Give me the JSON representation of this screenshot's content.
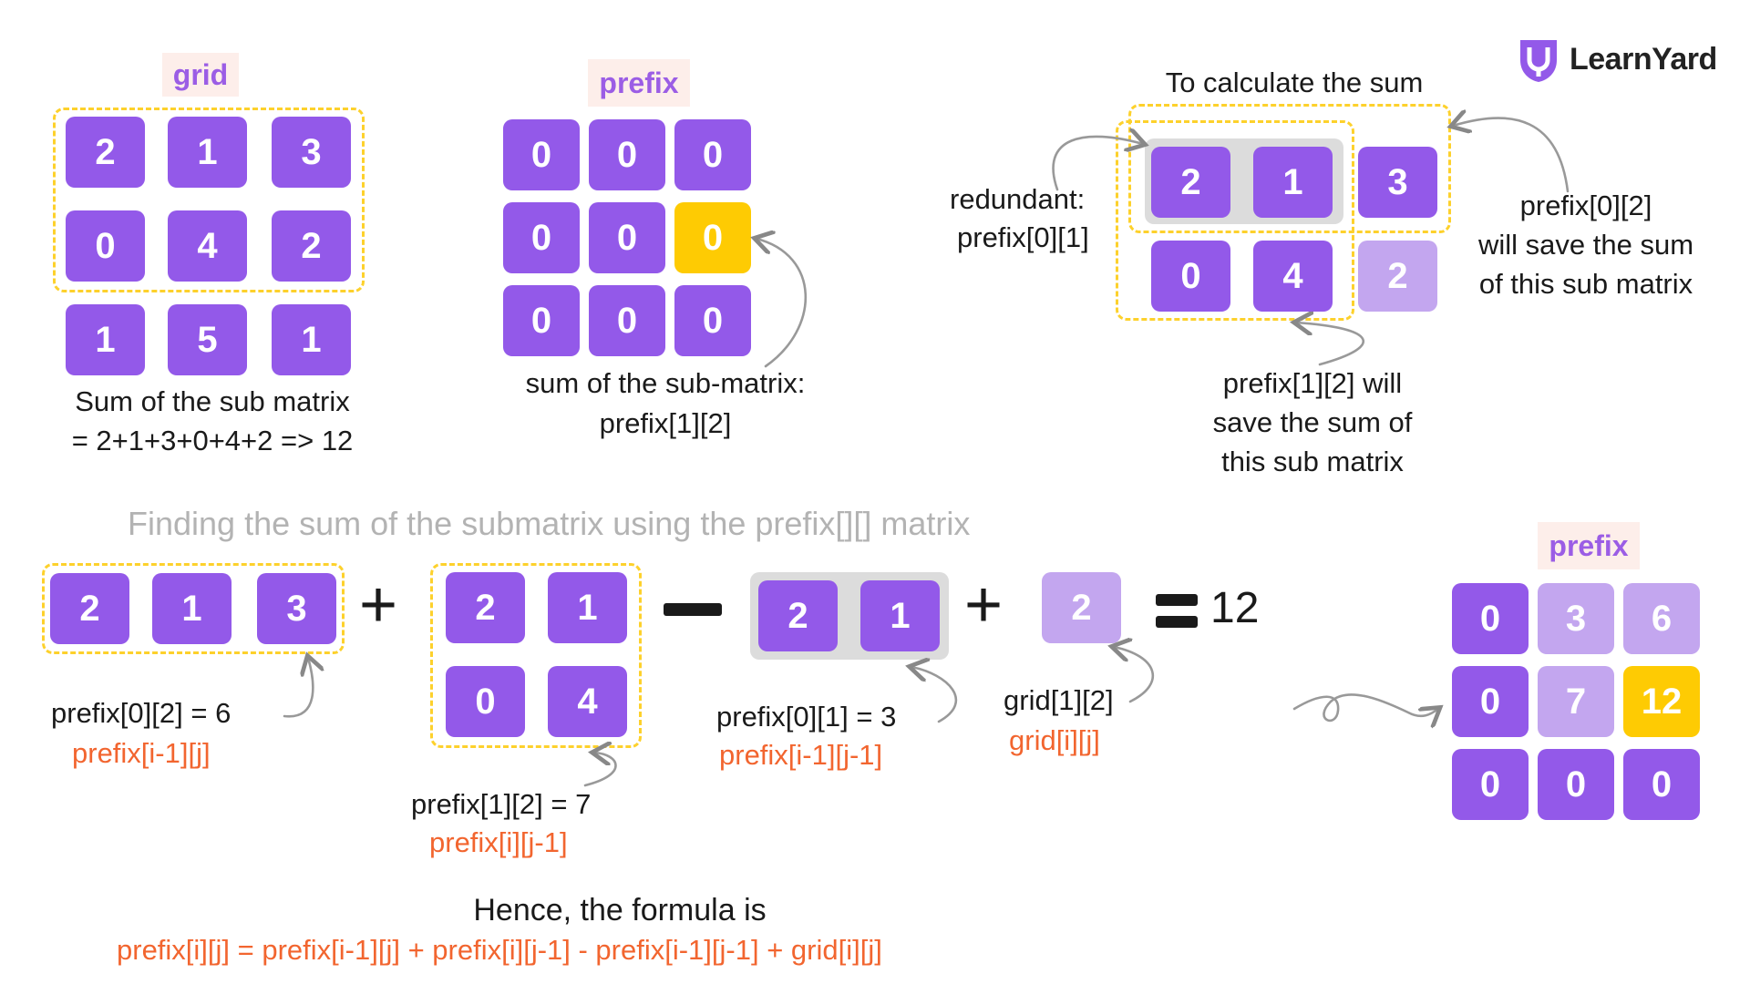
{
  "brand": {
    "name": "LearnYard",
    "logo_icon": "learnyard-shield-logo"
  },
  "colors": {
    "purple": "#9359e9",
    "light_purple": "#c3a6ef",
    "yellow": "#fecb03",
    "orange": "#f2652f",
    "dashed": "#fdd12c"
  },
  "panel_grid": {
    "tag": "grid",
    "values": [
      [
        "2",
        "1",
        "3"
      ],
      [
        "0",
        "4",
        "2"
      ],
      [
        "1",
        "5",
        "1"
      ]
    ],
    "caption_line1": "Sum of the sub matrix",
    "caption_line2": "= 2+1+3+0+4+2 => 12"
  },
  "panel_prefix": {
    "tag": "prefix",
    "values": [
      [
        "0",
        "0",
        "0"
      ],
      [
        "0",
        "0",
        "0"
      ],
      [
        "0",
        "0",
        "0"
      ]
    ],
    "caption_line1": "sum of the sub-matrix:",
    "caption_line2": "prefix[1][2]"
  },
  "panel_calc": {
    "title": "To calculate the sum",
    "values": [
      [
        "2",
        "1",
        "3"
      ],
      [
        "0",
        "4",
        "2"
      ]
    ],
    "redundant_line1": "redundant:",
    "redundant_line2": "prefix[0][1]",
    "right_line1": "prefix[0][2]",
    "right_line2": "will save the sum",
    "right_line3": "of this sub matrix",
    "bottom_line1": "prefix[1][2] will",
    "bottom_line2": "save the sum of",
    "bottom_line3": "this sub matrix"
  },
  "formula_section": {
    "heading": "Finding the sum of the submatrix using the prefix[][] matrix",
    "term1": {
      "values": [
        "2",
        "1",
        "3"
      ],
      "label": "prefix[0][2] = 6",
      "general": "prefix[i-1][j]"
    },
    "term2": {
      "values": [
        [
          "2",
          "1"
        ],
        [
          "0",
          "4"
        ]
      ],
      "label": "prefix[1][2] = 7",
      "general": "prefix[i][j-1]"
    },
    "term3": {
      "values": [
        "2",
        "1"
      ],
      "label": "prefix[0][1] = 3",
      "general": "prefix[i-1][j-1]"
    },
    "term4": {
      "value": "2",
      "label": "grid[1][2]",
      "general": "grid[i][j]"
    },
    "plus": "+",
    "minus": "−",
    "result": "12"
  },
  "panel_result": {
    "tag": "prefix",
    "values": [
      [
        "0",
        "3",
        "6"
      ],
      [
        "0",
        "7",
        "12"
      ],
      [
        "0",
        "0",
        "0"
      ]
    ]
  },
  "conclusion": {
    "line1": "Hence, the formula is",
    "line2": "prefix[i][j] = prefix[i-1][j] + prefix[i][j-1] - prefix[i-1][j-1] + grid[i][j]"
  }
}
